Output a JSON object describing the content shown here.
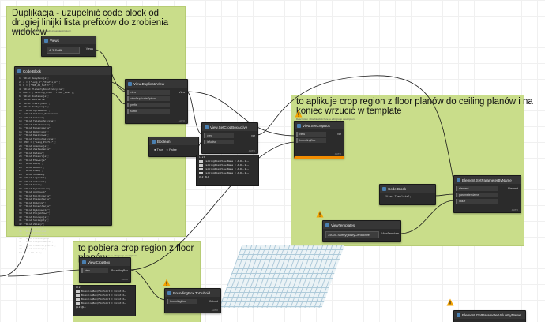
{
  "groups": [
    {
      "id": "g1",
      "title": "Duplikacja - uzupełnić code block od drugiej linijki lista prefixów do zrobienia widoków",
      "desc": "Description <Double click here to edit group description>"
    },
    {
      "id": "g2",
      "title": "to aplikuje crop region z floor planów do ceiling planów i na koniec wrzucić w template",
      "desc": "Description <Double click here to edit group description>"
    },
    {
      "id": "g3",
      "title": "to pobiera crop region z floor planów",
      "desc": "Description <Double click here to edit group description>"
    }
  ],
  "nodes": {
    "views": {
      "title": "Views",
      "dropdown_value": "A-3-Suffit",
      "out": "Views"
    },
    "code_block_main": {
      "title": "Code Block",
      "lines": [
        "\"Wind Rezydencja\";",
        "a = [\"Lang_A\",\"Prefix_A\"];",
        "b = [\"PRE_AR_Sufit\"];",
        "\"Wind ElementyKonstrukcyjne\";",
        "PRE = [\"Ceiling_Plan\",\"Floor_Plan\"];",
        "\"Wind Instalacje\";",
        "\"Wind Sanitarne\";",
        "\"Wind Elektryczne\";",
        "\"Wind Wentylacja\";",
        "\"Wind Ogrzewanie\";",
        "\"Wind Ochrona_Pozarowa\";",
        "\"Wind Gazowe\";",
        "\"Wind Teletechniczne\";",
        "\"Wind Chlodzenie\";",
        "\"Wind Kanalizacja\";",
        "\"Wind Wodociagi\";",
        "\"Wind Deszczowa\";",
        "\"Wind Technologiczne\";",
        "PRE = [\"Lang_Prefix\"];",
        "\"Wind Aranzacje\";",
        "\"Wind Zestawienia\";",
        "\"Wind Detale\";",
        "\"Wind Przekroje\";",
        "\"Wind Elewacje\";",
        "\"Wind Rzuty\";",
        "\"Wind Widoki\";",
        "\"Wind Plany\";",
        "\"Wind Schematy\";",
        "\"Wind Legenda\";",
        "\"Wind Arkusze\";",
        "\"Wind Inne\";",
        "\"Wind Tymczasowe\";",
        "\"Wind Archiwum\";",
        "\"Wind Koordynacja\";",
        "\"Wind Prezentacje\";",
        "\"Wind Robocze\";",
        "\"Wind Konsultacje\";",
        "\"Wind Wykonawcze\";",
        "\"Wind Projektowe\";",
        "\"Wind Koncepcja\";",
        "\"Wind Szczegoly\";",
        "\"Wind Zmiany\";",
        "\"Wind Odbiory\";",
        "\"Wind Budowlane\";",
        "\"Wind Pozwolenie\";",
        "\"Wind Przetargowe\";",
        "\"Wind Powykonawcze\";",
        "\"Wind Inwentaryzacja\";",
        "\"Wind Analizy\";",
        "a = \"RL-2-\";"
      ]
    },
    "view_duplicate": {
      "title": "View.DuplicateView",
      "ports": [
        "view",
        "viewDuplicateOption",
        "prefix",
        "suffix"
      ],
      "out": "View"
    },
    "boolean": {
      "title": "Boolean",
      "option_true": "True",
      "option_false": "False"
    },
    "set_crop_active": {
      "title": "View.SetCropBoxActive",
      "ports": [
        "view",
        "isActive"
      ],
      "out": "var"
    },
    "list_output": {
      "header": "List",
      "rows": [
        "CeilingPlanView(Name = A-RL-2-…",
        "CeilingPlanView(Name = A-RL-2-…",
        "CeilingPlanView(Name = A-RL-2-…",
        "CeilingPlanView(Name = A-RL-2-…"
      ],
      "footer": "@L2 @L1"
    },
    "set_crop_box": {
      "title": "View.SetCropBox",
      "ports": [
        "view",
        "boundingBox"
      ],
      "out": "var"
    },
    "code_block_small": {
      "title": "Code Block",
      "code": "\"View Template\";"
    },
    "set_param": {
      "title": "Element.SetParameterByName",
      "ports": [
        "element",
        "parameterName",
        "value"
      ],
      "out": "Element"
    },
    "view_templates": {
      "title": "ViewTemplates",
      "dropdown_value": "35000-Suffity(dostyCeniclowe",
      "out": "ViewTemplate"
    },
    "crop_box": {
      "title": "View.CropBox",
      "ports": [
        "view"
      ],
      "out": "BoundingBox"
    },
    "bbox_list": {
      "header": "List",
      "rows": [
        "BoundingBox(MinPoint = Point(X…",
        "BoundingBox(MinPoint = Point(X…",
        "BoundingBox(MinPoint = Point(X…",
        "BoundingBox(MinPoint = Point(X…"
      ],
      "footer": "@L2 @L1"
    },
    "bbox_cuboid": {
      "title": "BoundingBox.ToCuboid",
      "ports": [
        "boundingBox"
      ],
      "out": "Cuboid"
    },
    "get_param": {
      "title": "Element.GetParameterValueByName"
    }
  },
  "labels": {
    "auto": "AUTO"
  },
  "colors": {
    "group_fill": "#c9dd8a",
    "node_body": "#2b2b2b",
    "wire": "#1a1a1a",
    "warning": "#f4a300",
    "selected_node_border": "#f28c00"
  },
  "icons": {
    "warning": "warning-icon",
    "node": "node-icon"
  }
}
